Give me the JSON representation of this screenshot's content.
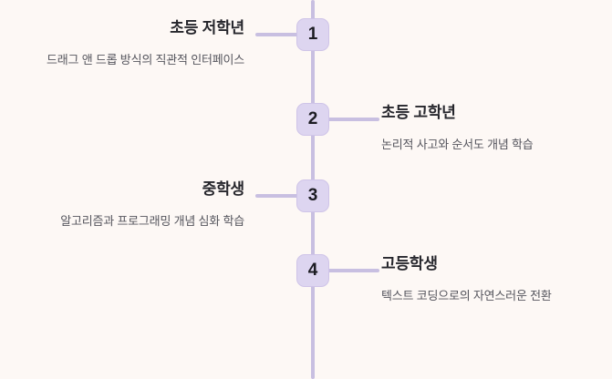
{
  "theme": {
    "background": "#fdf8f5",
    "line": "#c8bfe1",
    "badge_fill": "#ddd5f0",
    "badge_border": "#cfc4e8",
    "badge_text": "#1c1c22",
    "title_text": "#26262c",
    "desc_text": "#55555d"
  },
  "timeline": {
    "milestones": [
      {
        "number": "1",
        "side": "left",
        "title": "초등 저학년",
        "desc": "드래그 앤 드롭 방식의 직관적 인터페이스"
      },
      {
        "number": "2",
        "side": "right",
        "title": "초등 고학년",
        "desc": "논리적 사고와 순서도 개념 학습"
      },
      {
        "number": "3",
        "side": "left",
        "title": "중학생",
        "desc": "알고리즘과 프로그래밍 개념 심화 학습"
      },
      {
        "number": "4",
        "side": "right",
        "title": "고등학생",
        "desc": "텍스트 코딩으로의 자연스러운 전환"
      }
    ]
  }
}
